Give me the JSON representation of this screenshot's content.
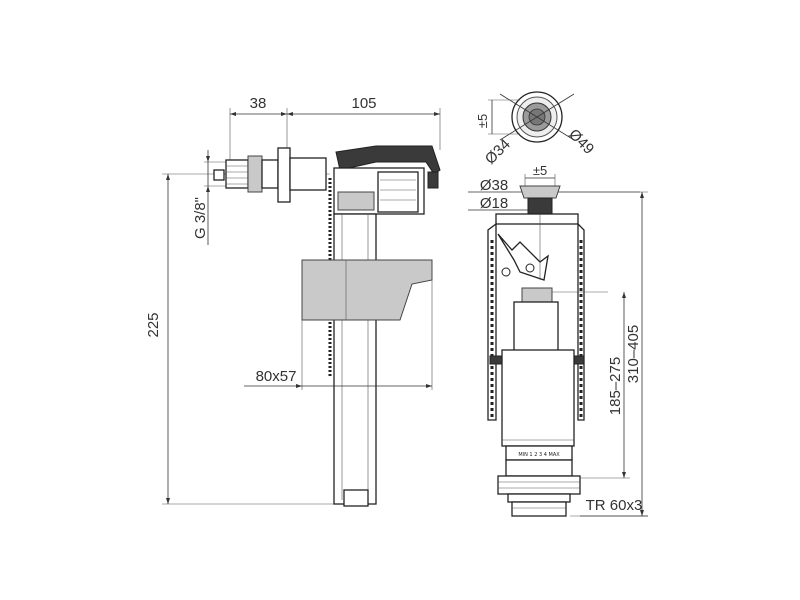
{
  "labels": {
    "d38": "38",
    "d105": "105",
    "thread": "G 3/8\"",
    "h225": "225",
    "tank": "80x57",
    "pm5_top": "±5",
    "dia34": "Ø34",
    "dia49": "Ø49",
    "pm5_mid": "±5",
    "dia38": "Ø38",
    "dia18": "Ø18",
    "h185": "185–275",
    "h310": "310–405",
    "tr": "TR 60x3",
    "scale_text": "MIN 1 2 3 4 MAX"
  },
  "colors": {
    "line": "#222222",
    "grey_fill": "#c9c9c9",
    "dark_fill": "#3a3a3a",
    "background": "#ffffff"
  }
}
